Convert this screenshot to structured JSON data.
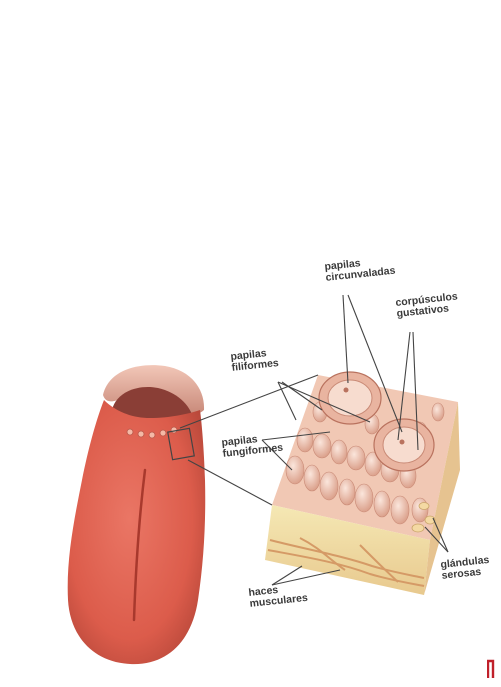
{
  "labels": {
    "papilas_circunvaladas": [
      "papilas",
      "circunvaladas"
    ],
    "corpusculos_gustativos": [
      "corpúsculos",
      "gustativos"
    ],
    "papilas_filiformes": [
      "papilas",
      "filiformes"
    ],
    "papilas_fungiformes": [
      "papilas",
      "fungiformes"
    ],
    "glandulas_serosas": [
      "glándulas",
      "serosas"
    ],
    "haces_musculares": [
      "haces",
      "musculares"
    ]
  },
  "colors": {
    "tongue": "#e0604f",
    "tongue_dark": "#c24a3c",
    "tissue_top": "#f1c8b4",
    "tissue_side": "#f0e2a4",
    "muscle": "#e9b98a",
    "leader_line": "#444444",
    "edge_mark": "#c0202a"
  },
  "icons": {
    "edge_mark": "red-bracket-icon"
  }
}
